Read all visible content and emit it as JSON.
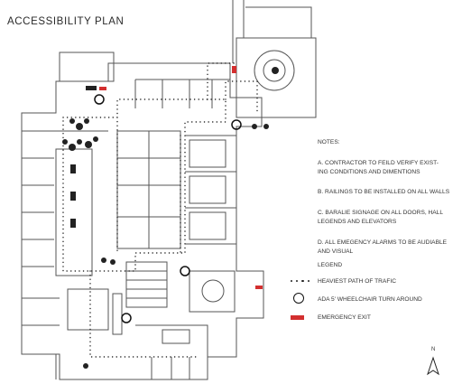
{
  "title": "ACCESSIBILITY PLAN",
  "notes": {
    "heading": "NOTES:",
    "items": [
      "A.  CONTRACTOR TO FEILD VERIFY EXIST-\nING CONDITIONS AND DIMENTIONS",
      "B. RAILINGS TO BE INSTALLED ON ALL WALLS",
      "C. BARALIE SIGNAGE ON ALL DOORS, HALL LEGENDS AND ELEVATORS",
      "D. ALL EMEGENCY ALARMS TO BE AUDIABLE AND VISUAL"
    ]
  },
  "legend": {
    "title": "LEGEND",
    "path": "HEAVIEST PATH OF TRAFIC",
    "turn": "ADA 5' WHEELCHAIR TURN AROUND",
    "exit": "EMERGENCY EXIT"
  },
  "north": "N",
  "colors": {
    "exit": "#d32f2f",
    "line": "#444444",
    "dots": "#1a1a1a"
  }
}
